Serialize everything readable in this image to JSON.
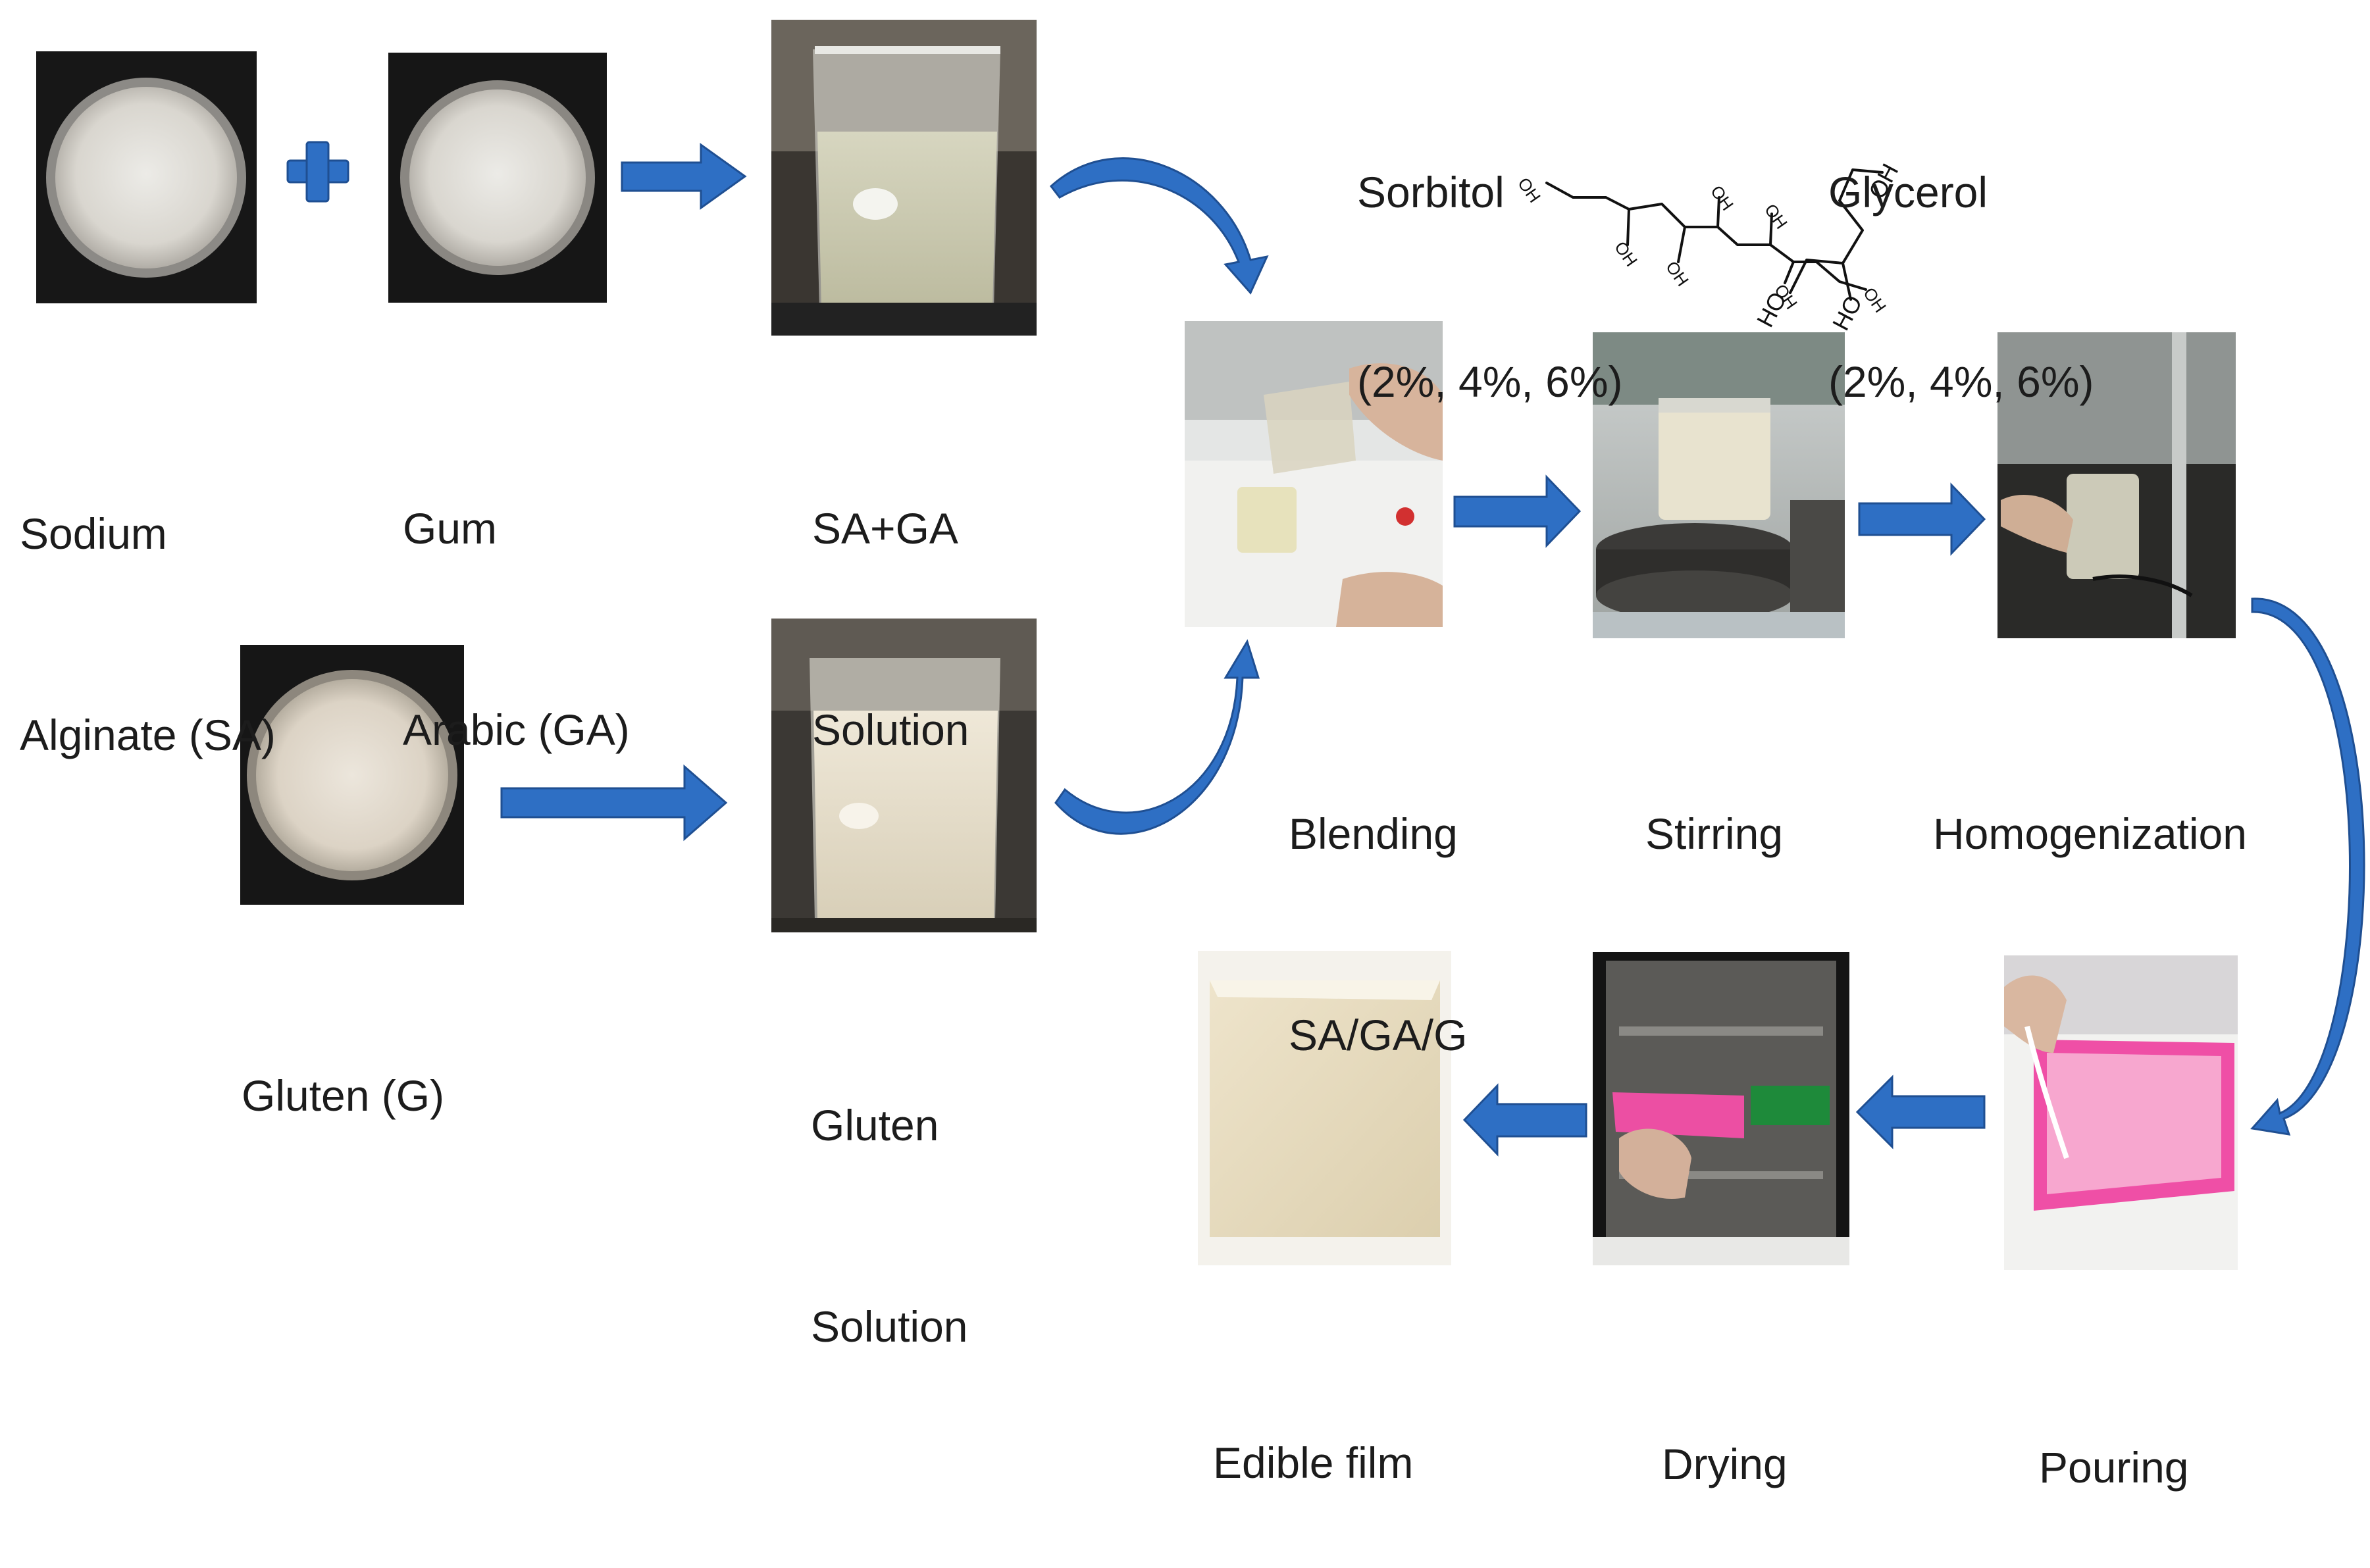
{
  "labels": {
    "sodium_alginate": [
      "Sodium",
      "Alginate (SA)"
    ],
    "gum_arabic": [
      "Gum",
      "Arabic (GA)"
    ],
    "sa_ga_solution": [
      "SA+GA",
      "Solution"
    ],
    "gluten": [
      "Gluten (G)"
    ],
    "gluten_solution": [
      "Gluten",
      "Solution"
    ],
    "blending": [
      "Blending",
      "SA/GA/G"
    ],
    "stirring": [
      "Stirring"
    ],
    "homogenization": [
      "Homogenization"
    ],
    "pouring": [
      "Pouring"
    ],
    "drying": [
      "Drying"
    ],
    "edible_film": [
      "Edible film"
    ]
  },
  "plasticizers": {
    "sorbitol": {
      "name": "Sorbitol",
      "levels": "(2%, 4%, 6%)"
    },
    "glycerol": {
      "name": "Glycerol",
      "levels": "(2%, 4%, 6%)"
    }
  },
  "structure_labels": {
    "oh": "OH",
    "ho": "HO"
  },
  "colors": {
    "arrow": "#2e6fc4",
    "arrow_edge": "#1f4f92",
    "label": "#1c1c1c"
  }
}
